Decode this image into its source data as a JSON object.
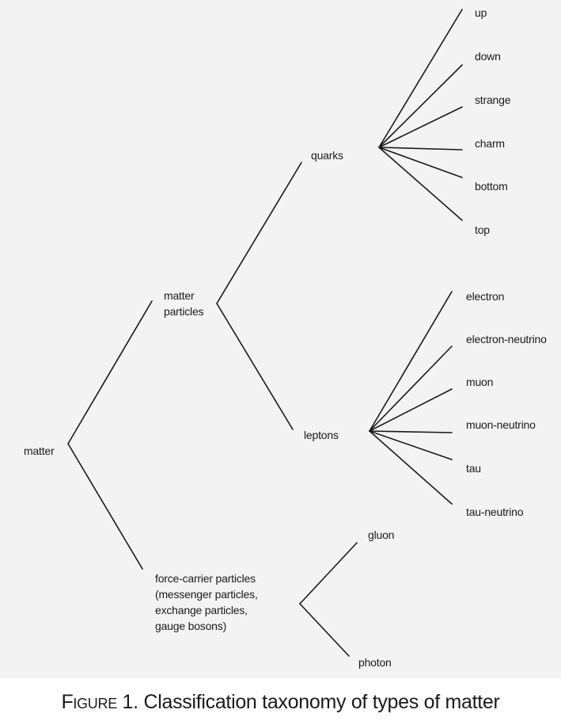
{
  "diagram": {
    "root": "matter",
    "matter_particles": "matter\nparticles",
    "quarks": "quarks",
    "leptons": "leptons",
    "force_carriers": "force-carrier particles\n(messenger particles,\nexchange particles,\ngauge bosons)",
    "quark_types": [
      "up",
      "down",
      "strange",
      "charm",
      "bottom",
      "top"
    ],
    "lepton_types": [
      "electron",
      "electron-neutrino",
      "muon",
      "muon-neutrino",
      "tau",
      "tau-neutrino"
    ],
    "boson_types": [
      "gluon",
      "photon"
    ]
  },
  "caption": {
    "lead": "Figure 1.",
    "text": " Classification taxonomy of types of matter"
  },
  "colors": {
    "panel_background": "#f3f3f3",
    "line": "#1a1a1a",
    "text": "#1a1a1a"
  }
}
